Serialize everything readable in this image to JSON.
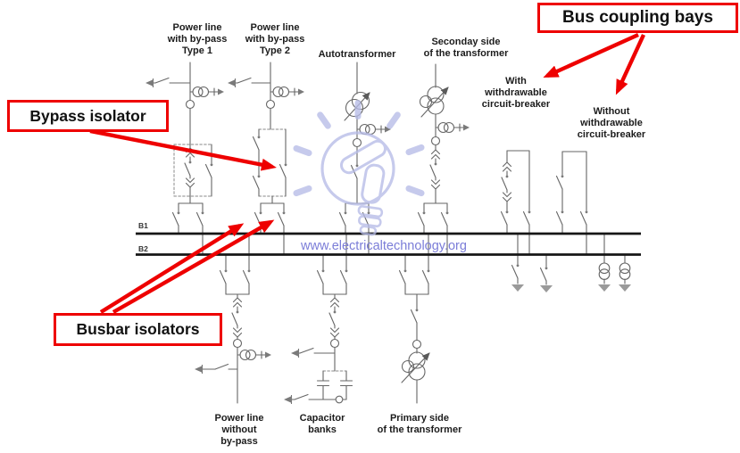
{
  "labels": {
    "bay_top_1": "Power line\nwith by-pass\nType 1",
    "bay_top_2": "Power line\nwith by-pass\nType 2",
    "bay_top_3": "Autotransformer",
    "bay_top_4": "Seconday side\nof the transformer",
    "coupling_with": "With\nwithdrawable\ncircuit-breaker",
    "coupling_without": "Without\nwithdrawable\ncircuit-breaker",
    "bay_bottom_1": "Power line\nwithout\nby-pass",
    "bay_bottom_2": "Capacitor\nbanks",
    "bay_bottom_3": "Primary side\nof the transformer",
    "busbar_1": "B1",
    "busbar_2": "B2",
    "watermark": "www.electricaltechnology.org"
  },
  "callouts": {
    "bypass_isolator": "Bypass isolator",
    "bus_coupling_bays": "Bus coupling bays",
    "busbar_isolators": "Busbar isolators"
  },
  "colors": {
    "callout_red": "#ee0000",
    "circuit_gray": "#666666",
    "busbar_black": "#161616",
    "watermark_text_purple": "#7b7dd8",
    "watermark_bulb_lavender": "#b7bce7"
  }
}
